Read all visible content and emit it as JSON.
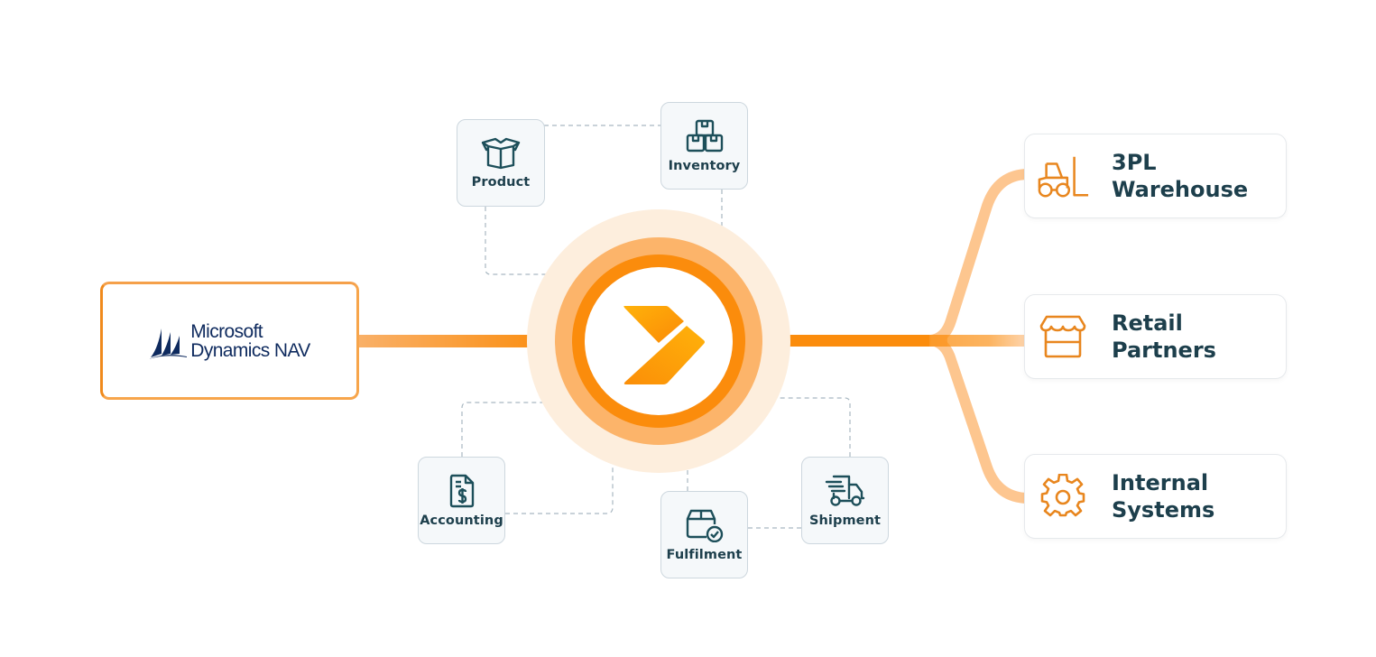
{
  "source": {
    "brand_line1": "Microsoft",
    "brand_line2": "Dynamics NAV",
    "icon": "dynamics-sails-logo"
  },
  "hub": {
    "icon": "chevron-arrow-logo",
    "colors": {
      "outer_glow": "#fdeedd",
      "mid_ring": "#fcb46a",
      "inner_ring": "#fb8c0c",
      "center": "#ffffff",
      "logo_a": "#ffb20a",
      "logo_b": "#fb8a06"
    }
  },
  "modules": [
    {
      "id": "product",
      "label": "Product",
      "icon": "open-box-icon"
    },
    {
      "id": "inventory",
      "label": "Inventory",
      "icon": "stacked-boxes-icon"
    },
    {
      "id": "accounting",
      "label": "Accounting",
      "icon": "invoice-dollar-icon"
    },
    {
      "id": "fulfilment",
      "label": "Fulfilment",
      "icon": "box-check-icon"
    },
    {
      "id": "shipment",
      "label": "Shipment",
      "icon": "delivery-truck-icon"
    }
  ],
  "destinations": [
    {
      "id": "3pl-warehouse",
      "line1": "3PL",
      "line2": "Warehouse",
      "icon": "forklift-icon"
    },
    {
      "id": "retail-partners",
      "line1": "Retail",
      "line2": "Partners",
      "icon": "storefront-icon"
    },
    {
      "id": "internal-systems",
      "line1": "Internal",
      "line2": "Systems",
      "icon": "gear-icon"
    }
  ],
  "colors": {
    "accent": "#fb8c0c",
    "accent_light": "#fdc38a",
    "text_dark": "#1d3f4c",
    "dashed_line": "#a9b8c2",
    "node_bg": "#f5f8fa",
    "node_border": "#cdd7de",
    "icon_orange": "#e8861e"
  }
}
